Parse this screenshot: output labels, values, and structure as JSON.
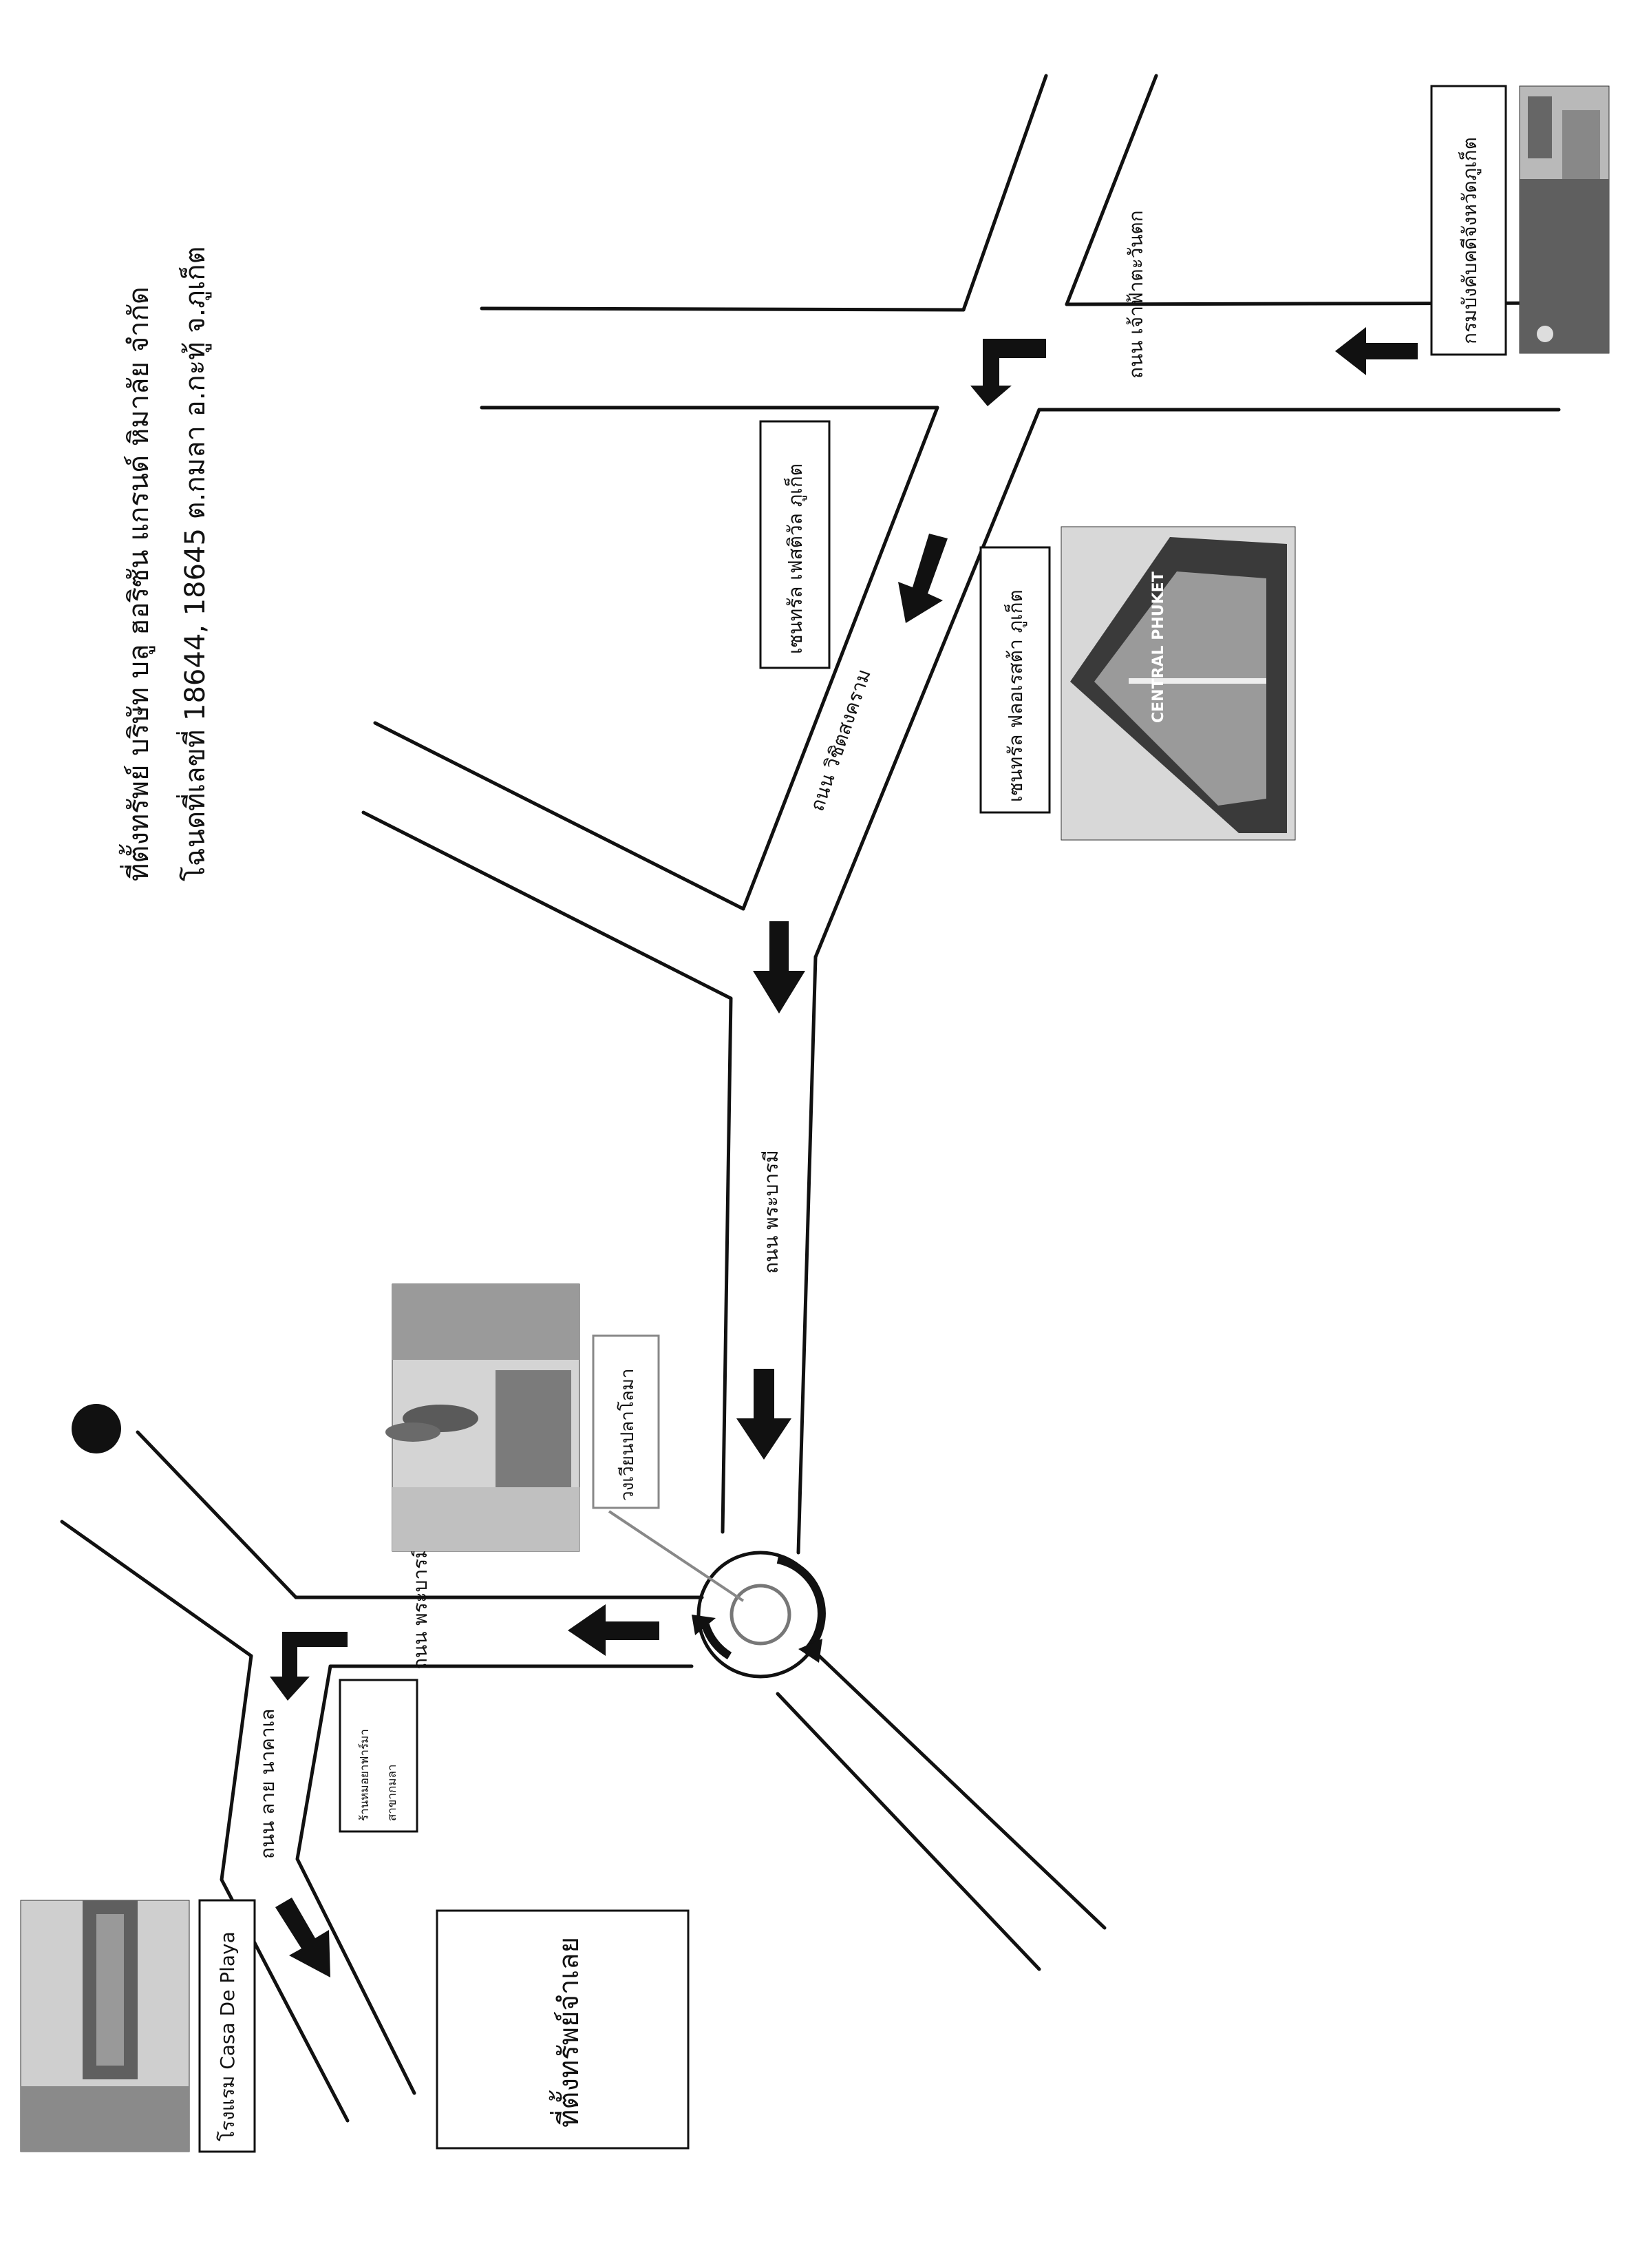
{
  "header": {
    "line1": "ที่ตั้งทรัพย์ บริษัท บลู ฮอริซัน แกรนด์ หิมาลัย จำกัด",
    "line2": "โฉนดที่เลขที่ 18644, 18645 ต.กมลา อ.กะทู้ จ.ภูเก็ต"
  },
  "roads": {
    "chaofa": "ถนน เจ้าฟ้าตะวันตก",
    "wichit": "ถนน วิชิตสงคราม",
    "phrabarami_1": "ถนน พระบารมี",
    "phrabarami_2": "ถนน พระบารมี",
    "nakhale": "ถนน ลาย นาคาเล"
  },
  "landmarks": {
    "land_dept": "กรมบังคับคดีจังหวัดภูเก็ต",
    "festival": "เซนทรัล เฟสติวัล ภูเก็ต",
    "floresta": "เซนทรัล ฟลอเรสต้า ภูเก็ต",
    "roundabout": "วงเวียนปลาโลมา",
    "shop_line1": "ร้านหมอยาฟาร์มา",
    "shop_line2": "สาขากมลา",
    "hotel": "โรงแรม Casa De Playa",
    "property": "ที่ตั้งทรัพย์จำเลย"
  },
  "photo_text": {
    "central_sign": "CENTRAL PHUKET"
  }
}
